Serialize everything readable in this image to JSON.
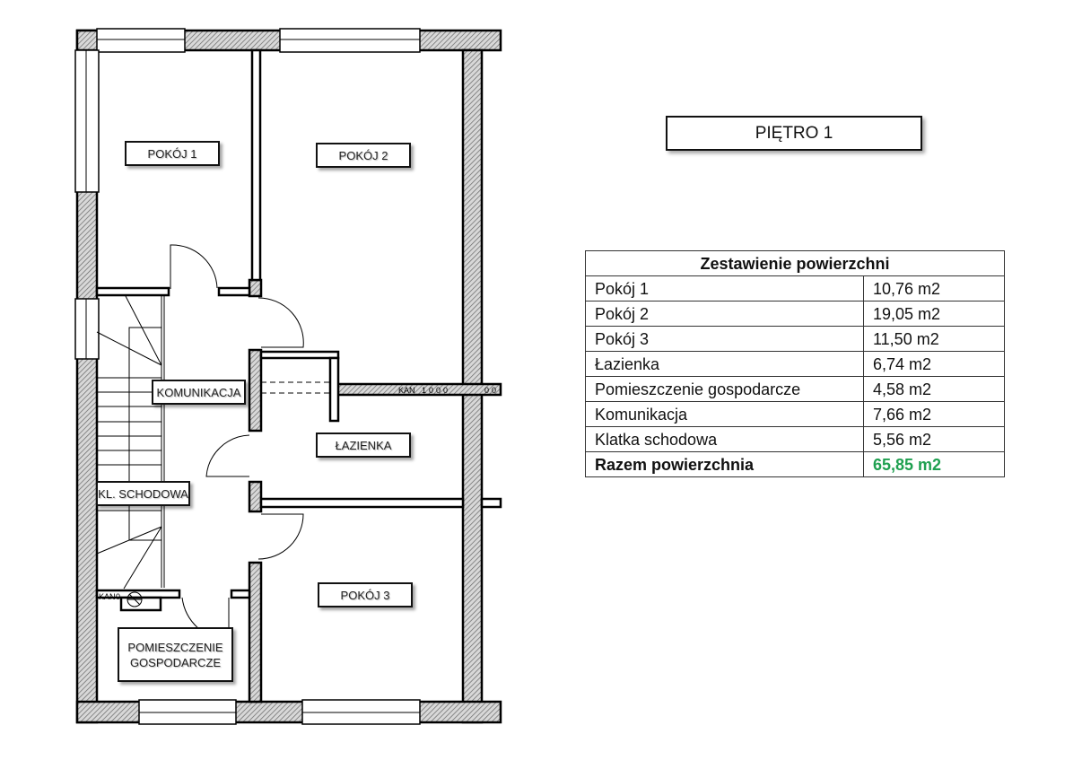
{
  "floor_title": "PIĘTRO 1",
  "rooms": {
    "pokoj1": "POKÓJ 1",
    "pokoj2": "POKÓJ 2",
    "komunikacja": "KOMUNIKACJA",
    "lazienka": "ŁAZIENKA",
    "klatka": "KL. SCHODOWA",
    "pokoj3": "POKÓJ 3",
    "gospodarcze_line1": "POMIESZCZENIE",
    "gospodarcze_line2": "GOSPODARCZE"
  },
  "pipe_labels": {
    "kan": "KAN",
    "code": "1000",
    "code2": "00",
    "zero": "0"
  },
  "table": {
    "title": "Zestawienie powierzchni",
    "rows": [
      {
        "name": "Pokój 1",
        "area": "10,76 m2"
      },
      {
        "name": "Pokój 2",
        "area": "19,05 m2"
      },
      {
        "name": "Pokój 3",
        "area": "11,50 m2"
      },
      {
        "name": "Łazienka",
        "area": "6,74 m2"
      },
      {
        "name": "Pomieszczenie gospodarcze",
        "area": "4,58 m2"
      },
      {
        "name": "Komunikacja",
        "area": "7,66 m2"
      },
      {
        "name": "Klatka schodowa",
        "area": "5,56 m2"
      }
    ],
    "total": {
      "name": "Razem powierzchnia",
      "area": "65,85 m2"
    }
  },
  "colors": {
    "total_value": "#1fa050",
    "wall_hatch": "#888888"
  }
}
